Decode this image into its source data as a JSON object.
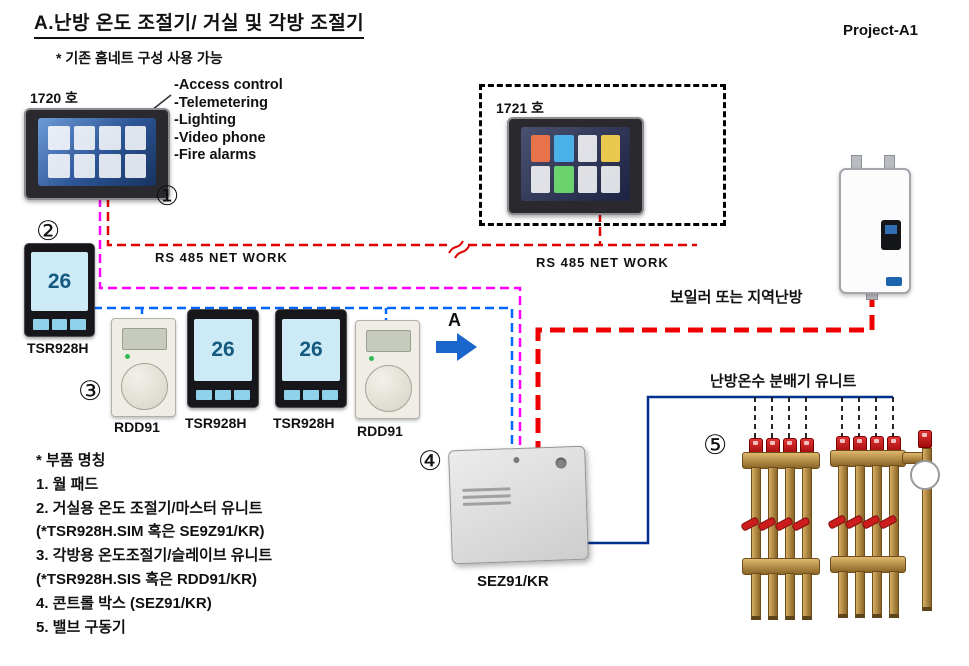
{
  "header": {
    "title": "A.난방 온도 조절기/ 거실 및 각방 조절기",
    "project": "Project-A1",
    "note": "* 기존 홈네트 구성 사용 가능"
  },
  "units": {
    "u1720": "1720 호",
    "u1721": "1721 호"
  },
  "features": [
    "-Access control",
    "-Telemetering",
    "-Lighting",
    "-Video phone",
    "-Fire alarms"
  ],
  "markers": [
    "①",
    "②",
    "③",
    "④",
    "⑤"
  ],
  "network_labels": {
    "left": "RS 485 NET WORK",
    "right": "RS 485 NET WORK"
  },
  "devices": {
    "master_label": "TSR928H",
    "row_labels": [
      "RDD91",
      "TSR928H",
      "TSR928H",
      "RDD91"
    ],
    "controller_label": "SEZ91/KR",
    "thermostat_display": "26"
  },
  "annotations": {
    "boiler": "보일러 또는 지역난방",
    "manifold": "난방온수 분배기 유니트",
    "section_a": "A"
  },
  "legend": {
    "title": "* 부품 명칭",
    "items": [
      "1. 월 패드",
      "2. 거실용 온도 조절기/마스터 유니트",
      "(*TSR928H.SIM 혹은 SE9Z91/KR)",
      "3. 각방용 온도조절기/슬레이브 유니트",
      "(*TSR928H.SIS 혹은 RDD91/KR)",
      "4. 콘트롤 박스 (SEZ91/KR)",
      "5. 밸브 구동기"
    ]
  },
  "colors": {
    "rs485": "#e00000",
    "bus_blue": "#0066ff",
    "bus_magenta": "#ff00ff",
    "pipe_red": "#ee0000",
    "manifold_line": "#002f8e",
    "drop_black": "#111111",
    "arrow_blue": "#1a66cc"
  }
}
